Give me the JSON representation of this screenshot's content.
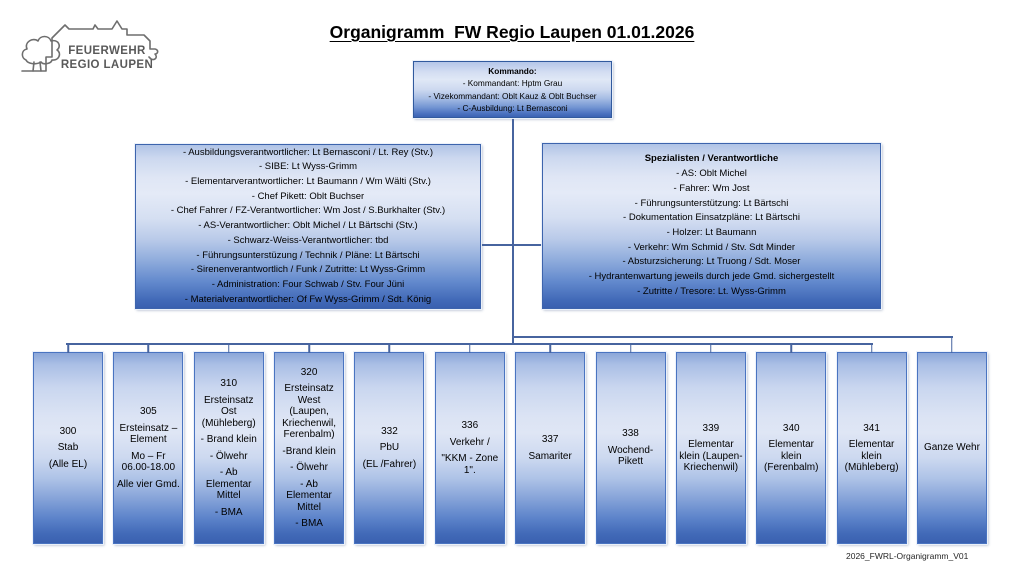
{
  "title": "Organigramm  FW Regio Laupen 01.01.2026",
  "logo": {
    "line1": "FEUERWEHR",
    "line2": "REGIO LAUPEN"
  },
  "kommando": {
    "heading": "Kommando:",
    "lines": [
      "- Kommandant: Hptm Grau",
      "- Vizekommandant: Oblt Kauz & Oblt Buchser",
      "- C-Ausbildung: Lt Bernasconi"
    ]
  },
  "verantwortliche": {
    "lines": [
      "- Ausbildungsverantwortlicher: Lt Bernasconi / Lt. Rey (Stv.)",
      "- SIBE: Lt Wyss-Grimm",
      "- Elementarverantwortlicher: Lt Baumann / Wm Wälti (Stv.)",
      "- Chef Pikett: Oblt Buchser",
      "- Chef Fahrer / FZ-Verantwortlicher: Wm Jost / S.Burkhalter (Stv.)",
      "- AS-Verantwortlicher: Oblt Michel / Lt Bärtschi (Stv.)",
      "- Schwarz-Weiss-Verantwortlicher: tbd",
      "- Führungsunterstüzung / Technik / Pläne: Lt Bärtschi",
      "- Sirenenverantwortlich / Funk / Zutritte: Lt Wyss-Grimm",
      "- Administration: Four Schwab / Stv. Four Jüni",
      "- Materialverantwortlicher: Of Fw Wyss-Grimm / Sdt. König"
    ]
  },
  "spezialisten": {
    "heading": "Spezialisten / Verantwortliche",
    "lines": [
      "- AS: Oblt Michel",
      "- Fahrer: Wm Jost",
      "- Führungsunterstützung: Lt Bärtschi",
      "- Dokumentation Einsatzpläne: Lt Bärtschi",
      "- Holzer: Lt Baumann",
      "- Verkehr: Wm Schmid / Stv. Sdt Minder",
      "- Absturzsicherung: Lt Truong / Sdt. Moser",
      "- Hydrantenwartung jeweils durch jede Gmd. sichergestellt",
      "- Zutritte / Tresore: Lt. Wyss-Grimm"
    ]
  },
  "units": [
    {
      "id": "300",
      "lines": [
        "300",
        "Stab",
        "(Alle EL)"
      ]
    },
    {
      "id": "305",
      "lines": [
        "305",
        "Ersteinsatz – Element",
        "Mo – Fr 06.00-18.00",
        "Alle vier Gmd."
      ]
    },
    {
      "id": "310",
      "lines": [
        "310",
        "Ersteinsatz Ost (Mühleberg)",
        "- Brand klein",
        "- Ölwehr",
        "- Ab Elementar Mittel",
        "- BMA"
      ]
    },
    {
      "id": "320",
      "lines": [
        "320",
        "Ersteinsatz West (Laupen, Kriechenwil, Ferenbalm)",
        "-Brand klein",
        "- Ölwehr",
        "- Ab Elementar Mittel",
        "- BMA"
      ]
    },
    {
      "id": "332",
      "lines": [
        "332",
        "PbU",
        "(EL /Fahrer)"
      ]
    },
    {
      "id": "336",
      "lines": [
        "336",
        "Verkehr /",
        "\"KKM - Zone 1\"."
      ]
    },
    {
      "id": "337",
      "lines": [
        "337",
        "Samariter"
      ]
    },
    {
      "id": "338",
      "lines": [
        "338",
        "Wochend-Pikett"
      ]
    },
    {
      "id": "339",
      "lines": [
        "339",
        "Elementar klein (Laupen-Kriechenwil)"
      ]
    },
    {
      "id": "340",
      "lines": [
        "340",
        "Elementar klein (Ferenbalm)"
      ]
    },
    {
      "id": "341",
      "lines": [
        "341",
        "Elementar klein (Mühleberg)"
      ]
    },
    {
      "id": "ganze-wehr",
      "lines": [
        "Ganze Wehr"
      ]
    }
  ],
  "footer": "2026_FWRL-Organigramm_V01",
  "colors": {
    "box_border": "#3d64ad",
    "connector": "#47649f",
    "fill_light": "#dfe6f5",
    "fill_dark": "#3a60af",
    "logo_gray": "#595959"
  }
}
